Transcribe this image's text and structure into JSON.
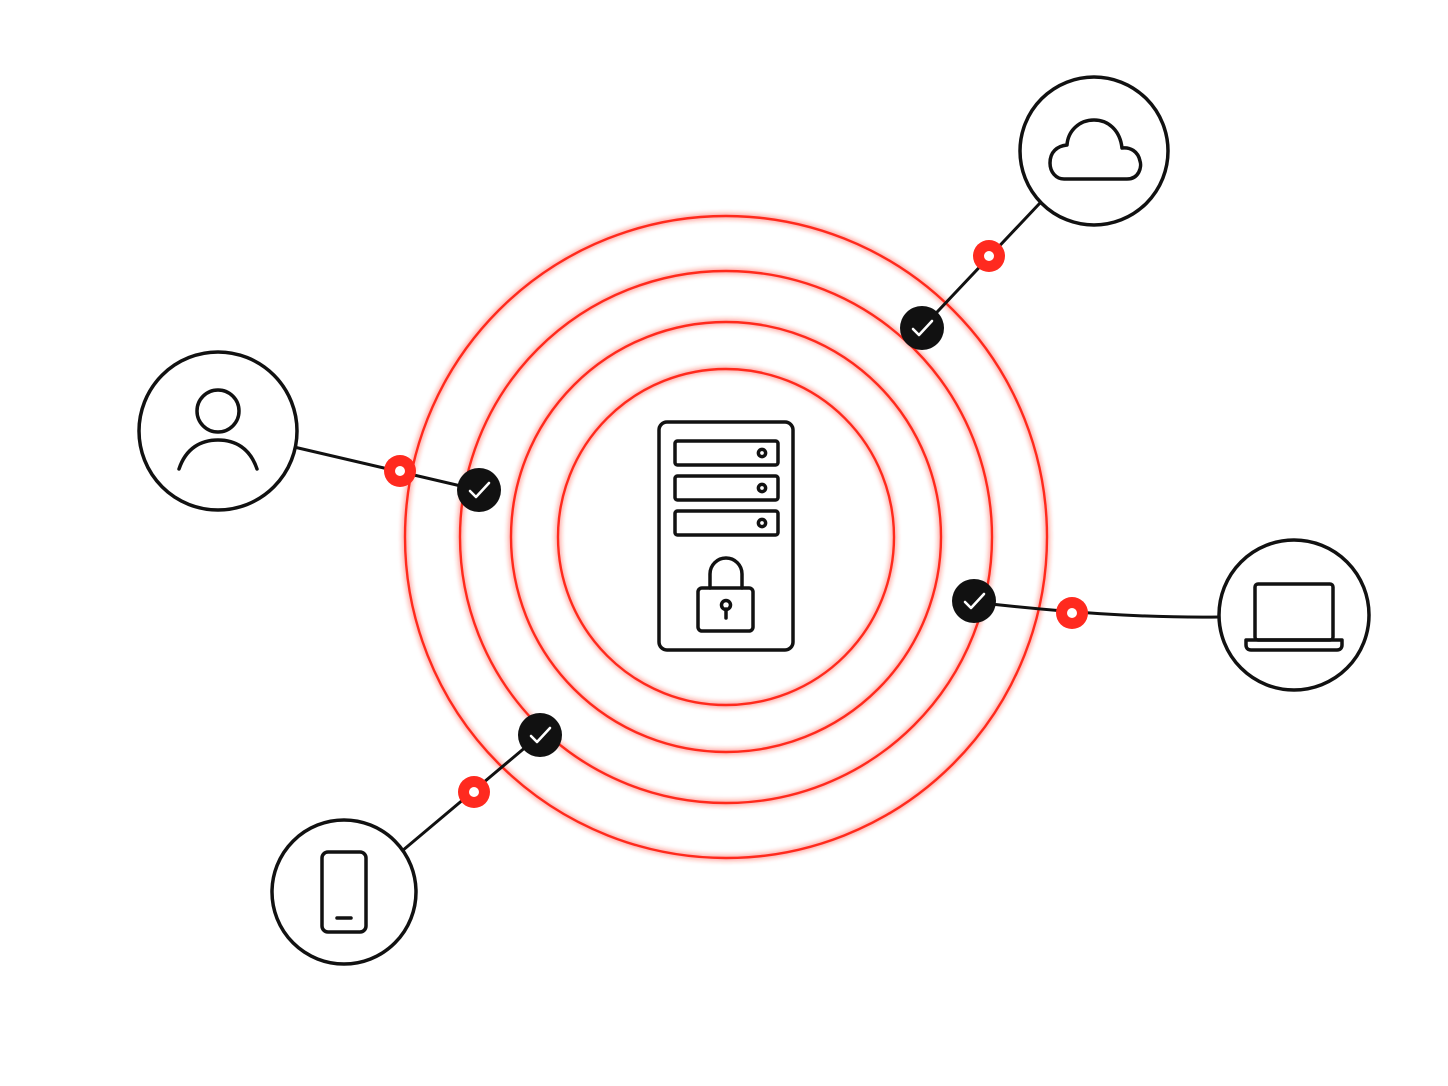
{
  "colors": {
    "background": "#ffffff",
    "ink": "#111111",
    "accent_red": "#ff2a1f",
    "ring_glow": "#ff6a5e",
    "check_fill": "#111111",
    "check_mark": "#ffffff"
  },
  "center": {
    "icon": "locked-server-icon",
    "drive_bays": 3
  },
  "protection_rings": {
    "count": 4,
    "color": "#ff2a1f"
  },
  "endpoints": [
    {
      "id": "user",
      "icon": "user-icon",
      "status": "verified"
    },
    {
      "id": "cloud",
      "icon": "cloud-icon",
      "status": "verified"
    },
    {
      "id": "laptop",
      "icon": "laptop-icon",
      "status": "verified"
    },
    {
      "id": "phone",
      "icon": "smartphone-icon",
      "status": "verified"
    }
  ]
}
